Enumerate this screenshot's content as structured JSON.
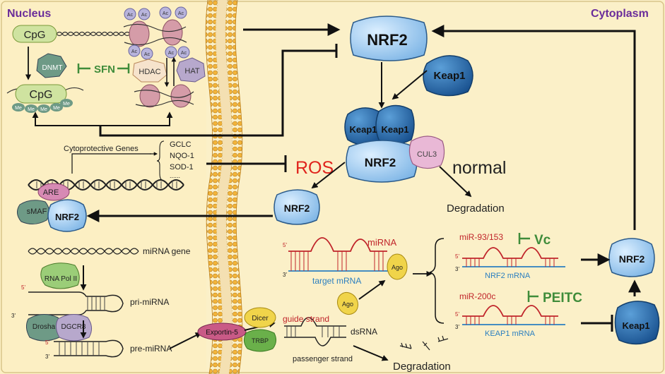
{
  "regions": {
    "nucleus": "Nucleus",
    "cytoplasm": "Cytoplasm"
  },
  "epigenetics": {
    "cpg_top": "CpG",
    "cpg_bottom": "CpG",
    "dnmt": "DNMT",
    "sfn": "SFN",
    "hdac": "HDAC",
    "hat": "HAT",
    "ac": "Ac",
    "me": "Me"
  },
  "keap1_pathway": {
    "nrf2": "NRF2",
    "keap1": "Keap1",
    "cul3": "CUL3",
    "ros": "ROS",
    "normal": "normal",
    "degradation": "Degradation"
  },
  "genes": {
    "title": "Cytoprotective Genes",
    "items": [
      "GCLC",
      "NQO-1",
      "SOD-1",
      "......"
    ],
    "are": "ARE",
    "smaf": "sMAF"
  },
  "mirna": {
    "gene": "miRNA gene",
    "rna_pol": "RNA Pol II",
    "pri": "pri-miRNA",
    "drosha": "Drosha",
    "dgcr8": "DGCR8",
    "pre": "pre-miRNA",
    "exportin": "Exportin-5",
    "dicer": "Dicer",
    "trbp": "TRBP",
    "guide": "guide strand",
    "passenger": "passenger strand",
    "dsrna": "dsRNA",
    "ago": "Ago",
    "mirna_label": "miRNA",
    "target": "target mRNA",
    "five": "5'",
    "three": "3'",
    "mir93": "miR-93/153",
    "vc": "Vc",
    "nrf2_mrna": "NRF2 mRNA",
    "mir200": "miR-200c",
    "peitc": "PEITC",
    "keap1_mrna": "KEAP1 mRNA"
  },
  "colors": {
    "background": "#fbf0c8",
    "nucleus": "#fbefc2",
    "title": "#6a2c9a",
    "ros": "#e0231c",
    "inhibitor": "#3f8c3a",
    "mirna_red": "#c0242a",
    "mrna_blue": "#2b7fc0",
    "nrf2_blue": "#8ec1ea",
    "keap1_blue": "#1f64a8"
  }
}
